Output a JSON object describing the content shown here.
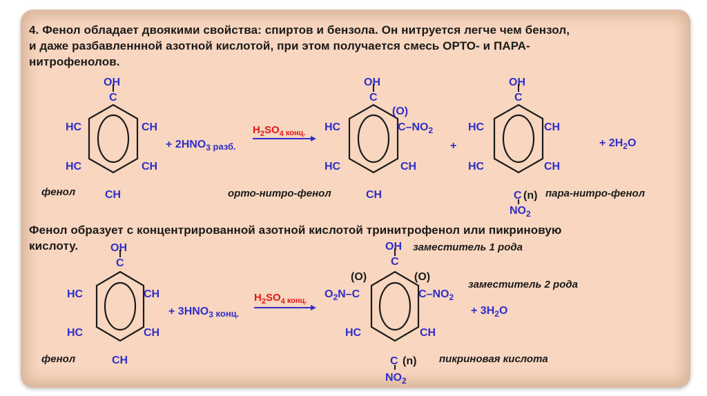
{
  "intro": {
    "line1": "4. Фенол обладает двоякими свойства: спиртов и бензола. Он нитруется легче чем бензол,",
    "line2": "и даже разбавленнной азотной кислотой, при этом получается смесь ОРТО- и ПАРА-",
    "line3": "нитрофенолов."
  },
  "reaction1": {
    "reagent_coef": "+ 2HNO",
    "reagent_sub": "3",
    "reagent_cond": " разб.",
    "catalyst_main": "H",
    "catalyst_sub1": "2",
    "catalyst_mid": "SO",
    "catalyst_sub2": "4",
    "catalyst_cond": " конц.",
    "plus": "+",
    "water": "+ 2H",
    "water_sub": "2",
    "water_end": "O",
    "label_phenol": "фенол",
    "label_ortho": "орто-нитро-фенол",
    "label_para": "пара-нитро-фенол"
  },
  "atoms": {
    "oh": "OH",
    "c": "C",
    "hc": "HC",
    "ch": "CH",
    "o_mark": "(O)",
    "n_mark": "(n)",
    "no2": "NO",
    "no2_sub": "2",
    "c_no2": "C–NO",
    "o2n": "O",
    "o2n_sub": "2",
    "o2n_end": "N–C"
  },
  "mid_text": {
    "line1": "Фенол образует с концентрированной азотной кислотой тринитрофенол или пикриновую",
    "line2": "кислоту."
  },
  "reaction2": {
    "reagent_coef": "+ 3HNO",
    "reagent_sub": "3",
    "reagent_cond": " конц.",
    "water": "+ 3H",
    "water_sub": "2",
    "water_end": "O",
    "label_phenol": "фенол",
    "label_picric": "пикриновая кислота",
    "label_sub1": "заместитель 1 рода",
    "label_sub2": "заместитель 2 рода"
  },
  "colors": {
    "atoms": "#2e2ec8",
    "catalyst": "#e01818",
    "panel": "#f8d6bf"
  }
}
